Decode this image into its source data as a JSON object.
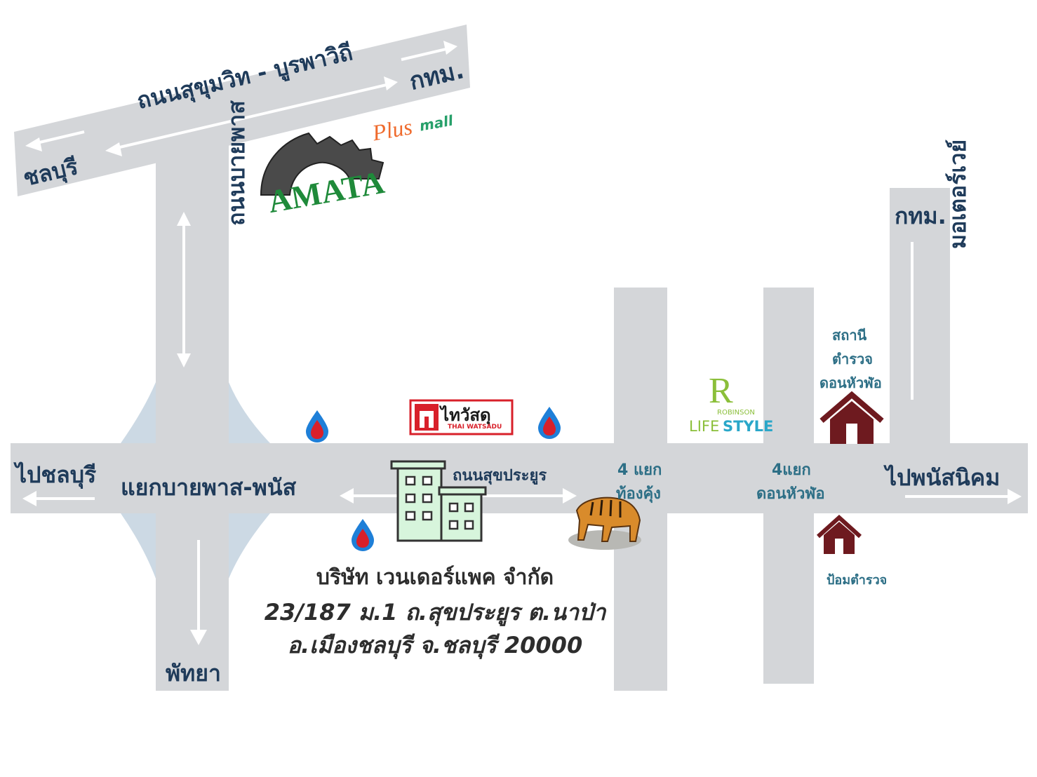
{
  "roads": {
    "sukhumvit_label": "ถนนสุขุมวิท - บูรพาวิถี",
    "bypass_label": "ถนนบายพาส",
    "sukprayoon_label": "ถนนสุขประยูร",
    "motorway_label": "มอเตอร์เวย์"
  },
  "destinations": {
    "bangkok_top": "กทม.",
    "chonburi_top": "ชลบุรี",
    "bangkok_right": "กทม.",
    "to_chonburi": "ไปชลบุรี",
    "to_phanat": "ไปพนัสนิคม",
    "pattaya": "พัทยา"
  },
  "junctions": {
    "bypass_phanat": "แยกบายพาส-พนัส",
    "thongkung_line1": "4 แยก",
    "thongkung_line2": "ท้องคุ้ง",
    "donhuapho_line1": "4แยก",
    "donhuapho_line2": "ดอนหัวฬ่อ"
  },
  "landmarks": {
    "police_station_line1": "สถานี",
    "police_station_line2": "ตำรวจ",
    "police_station_line3": "ดอนหัวฬ่อ",
    "police_box": "ป้อมตำรวจ",
    "amata": "AMATA",
    "plus_mall_plus": "Plus",
    "plus_mall_mall": "mall",
    "thai_watsadu_thai": "ไทวัสดุ",
    "thai_watsadu_en": "THAI WATSADU",
    "robinson_r": "R",
    "robinson_name": "ROBINSON",
    "robinson_life": "LIFE",
    "robinson_style": "STYLE"
  },
  "company": {
    "name": "บริษัท เวนเดอร์แพค จำกัด",
    "address_line1": "23/187 ม.1 ถ.สุขประยูร ต.นาป่า",
    "address_line2": "อ.เมืองชลบุรี จ.ชลบุรี 20000"
  },
  "colors": {
    "road": "#d4d6d9",
    "arrow": "#ffffff",
    "label": "#1f3b5a",
    "junction_label": "#2d6f86",
    "police": "#6e1a1f",
    "building": "#d7f5dc",
    "amata_green": "#1f8a3a",
    "ptt_blue": "#1e7fd8",
    "ptt_red": "#d8202a",
    "thai_watsadu_red": "#d8202a",
    "robinson_green": "#8bbf3a"
  }
}
